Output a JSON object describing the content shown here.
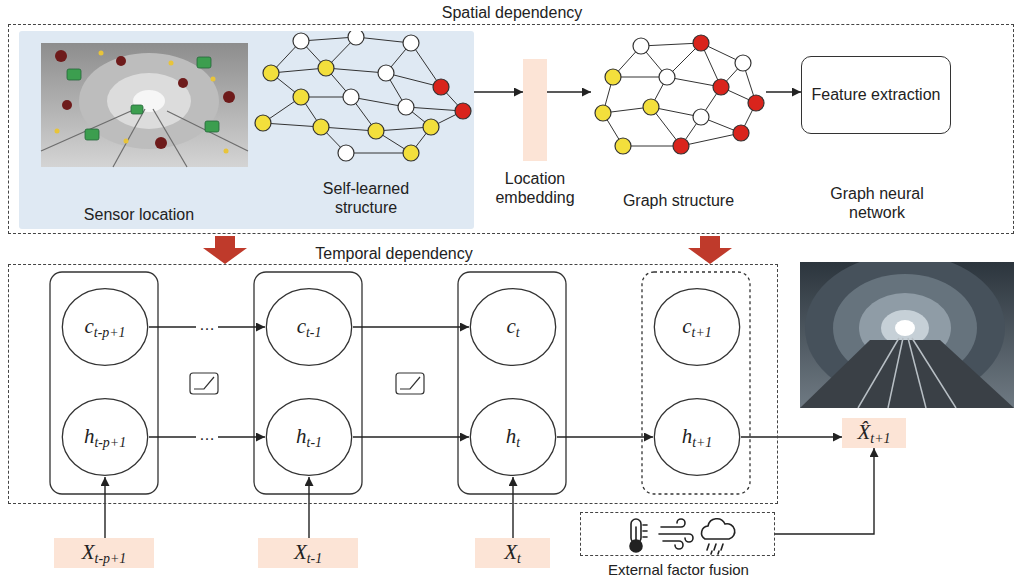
{
  "diagram": {
    "nodes": [
      {
        "text": [
          "Spatial dependency"
        ]
      },
      {
        "text": [
          "Sensor location",
          "Self-learned structure"
        ],
        "in": 0
      },
      {
        "text": [
          "Location embedding"
        ],
        "in": 0
      },
      {
        "text": [
          "Graph structure"
        ],
        "in": 0
      },
      {
        "text": [
          "Feature extraction",
          "Graph neural network"
        ],
        "in": 0
      },
      {
        "text": [
          "Temporal dependency"
        ]
      },
      {
        "text": [
          "ct-p+1"
        ],
        "in": 5
      },
      {
        "text": [
          "ht-p+1"
        ],
        "in": 5
      },
      {
        "text": [
          "ct-1"
        ],
        "in": 5
      },
      {
        "text": [
          "ht-1"
        ],
        "in": 5
      },
      {
        "text": [
          "ct"
        ],
        "in": 5
      },
      {
        "text": [
          "ht"
        ],
        "in": 5
      },
      {
        "text": [
          "ct+1"
        ],
        "in": 5
      },
      {
        "text": [
          "ht+1"
        ],
        "in": 5
      },
      {
        "text": [
          "Xt-p+1"
        ]
      },
      {
        "text": [
          "Xt-1"
        ]
      },
      {
        "text": [
          "Xt"
        ]
      },
      {
        "text": [
          "External factor fusion"
        ]
      },
      {
        "text": [
          "X̂t+1"
        ]
      }
    ],
    "edges": [
      {
        "from": 1,
        "to": 2,
        "arrow": "to"
      },
      {
        "from": 2,
        "to": 3,
        "arrow": "to"
      },
      {
        "from": 3,
        "to": 4,
        "arrow": "to"
      },
      {
        "from": 6,
        "to": 8,
        "label": "…",
        "arrow": "to"
      },
      {
        "from": 7,
        "to": 9,
        "label": "…",
        "arrow": "to"
      },
      {
        "from": 8,
        "to": 10,
        "arrow": "to"
      },
      {
        "from": 9,
        "to": 11,
        "arrow": "to"
      },
      {
        "from": 11,
        "to": 13,
        "arrow": "to"
      },
      {
        "from": 14,
        "to": 7,
        "arrow": "to"
      },
      {
        "from": 15,
        "to": 9,
        "arrow": "to"
      },
      {
        "from": 16,
        "to": 11,
        "arrow": "to"
      },
      {
        "from": 13,
        "to": 18,
        "arrow": "to"
      },
      {
        "from": 17,
        "to": 18,
        "arrow": "to"
      }
    ]
  }
}
